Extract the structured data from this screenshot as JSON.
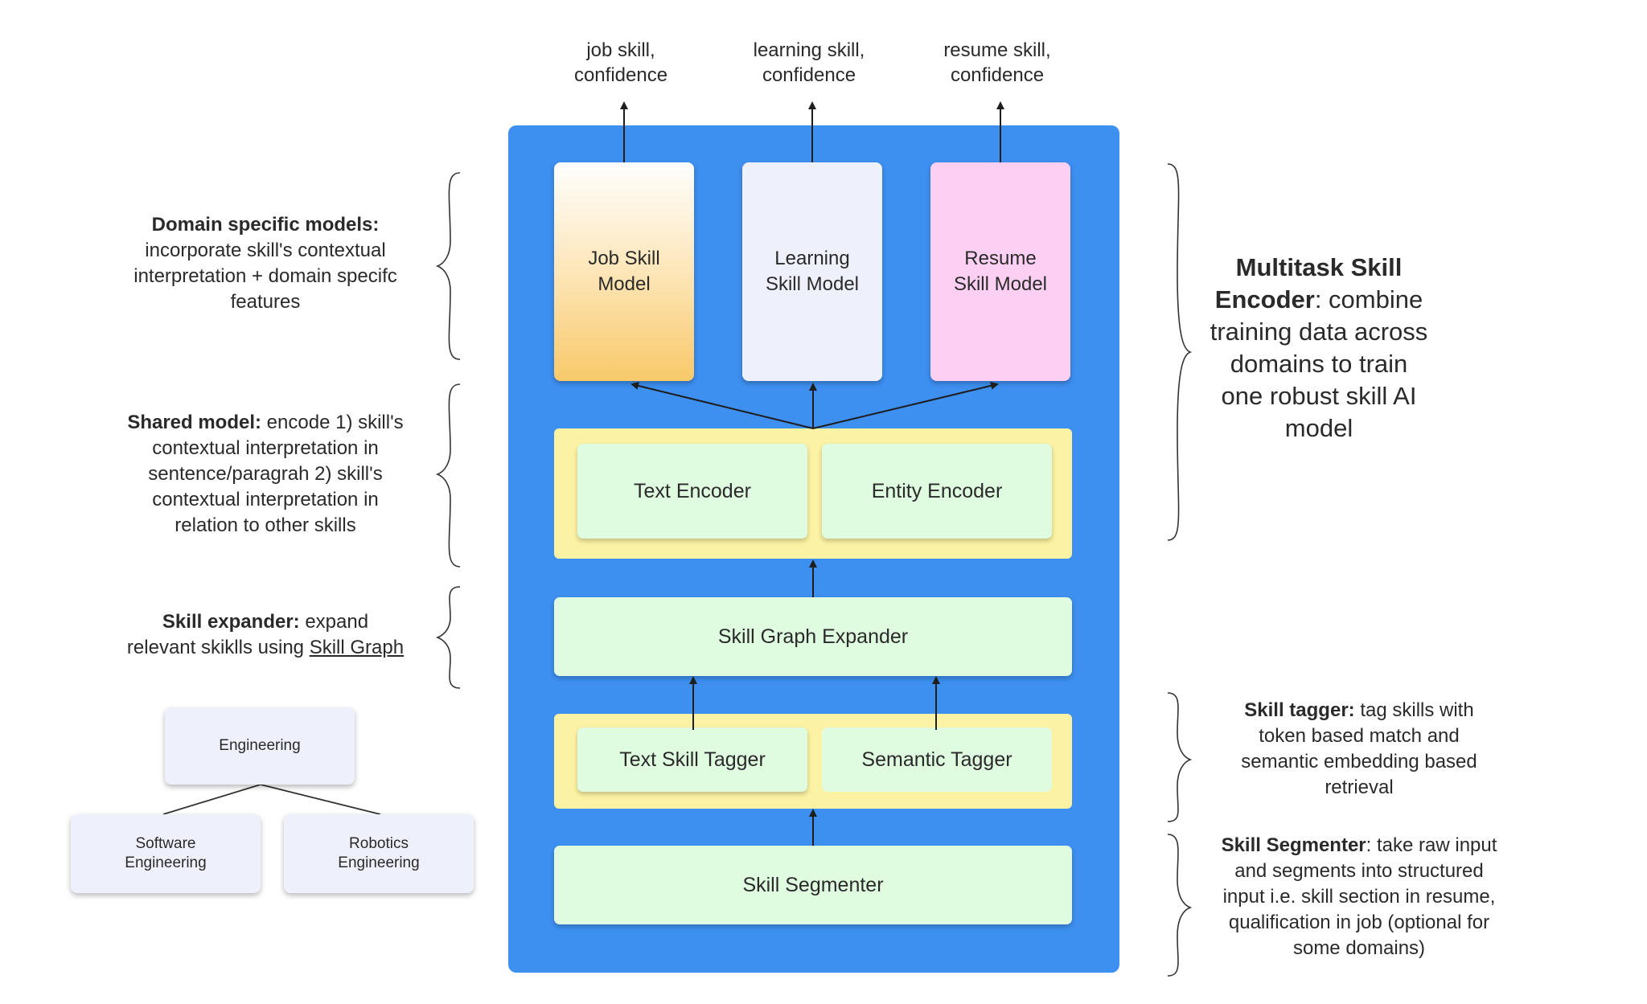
{
  "outputs": {
    "job": {
      "line1": "job skill,",
      "line2": "confidence"
    },
    "learning": {
      "line1": "learning skill,",
      "line2": "confidence"
    },
    "resume": {
      "line1": "resume skill,",
      "line2": "confidence"
    }
  },
  "models": {
    "job": {
      "line1": "Job Skill",
      "line2": "Model"
    },
    "learning": {
      "line1": "Learning",
      "line2": "Skill Model"
    },
    "resume": {
      "line1": "Resume",
      "line2": "Skill Model"
    }
  },
  "encoders": {
    "text": "Text Encoder",
    "entity": "Entity Encoder"
  },
  "expander": "Skill Graph Expander",
  "taggers": {
    "text": "Text Skill Tagger",
    "semantic": "Semantic Tagger"
  },
  "segmenter": "Skill Segmenter",
  "notes": {
    "domain": {
      "title": "Domain specific models:",
      "l1": "incorporate skill's contextual",
      "l2": "interpretation + domain specifc",
      "l3": "features"
    },
    "shared": {
      "title": "Shared model:",
      "l1_rest": " encode 1) skill's",
      "l2": "contextual interpretation in",
      "l3": "sentence/paragrah 2) skill's",
      "l4": "contextual interpretation in",
      "l5": "relation to other skills"
    },
    "expander": {
      "title": "Skill expander:",
      "l1_rest": " expand",
      "l2_pre": "relevant skiklls using ",
      "l2_link": "Skill Graph"
    },
    "multitask": {
      "title1": "Multitask Skill",
      "title2": "Encoder",
      "l2_rest": ": combine",
      "l3": "training data across",
      "l4": "domains to train",
      "l5": "one robust skill AI",
      "l6": "model"
    },
    "tagger": {
      "title": "Skill tagger:",
      "l1_rest": " tag skills with",
      "l2": "token based match and",
      "l3": "semantic embedding based",
      "l4": "retrieval"
    },
    "segmenter": {
      "title": "Skill Segmenter",
      "l1_rest": ": take raw input",
      "l2": "and segments into structured",
      "l3": "input i.e. skill section in resume,",
      "l4": "qualification in job (optional for",
      "l5": "some domains)"
    }
  },
  "tree": {
    "root": "Engineering",
    "left": {
      "line1": "Software",
      "line2": "Engineering"
    },
    "right": {
      "line1": "Robotics",
      "line2": "Engineering"
    }
  },
  "colors": {
    "panel": "#3d8ff0",
    "yellow": "#fcf2a3",
    "green": "#dffbe0",
    "learning_model": "#eef0fb",
    "resume_model": "#fdd0f3",
    "job_model_bottom": "#f8c96a"
  }
}
